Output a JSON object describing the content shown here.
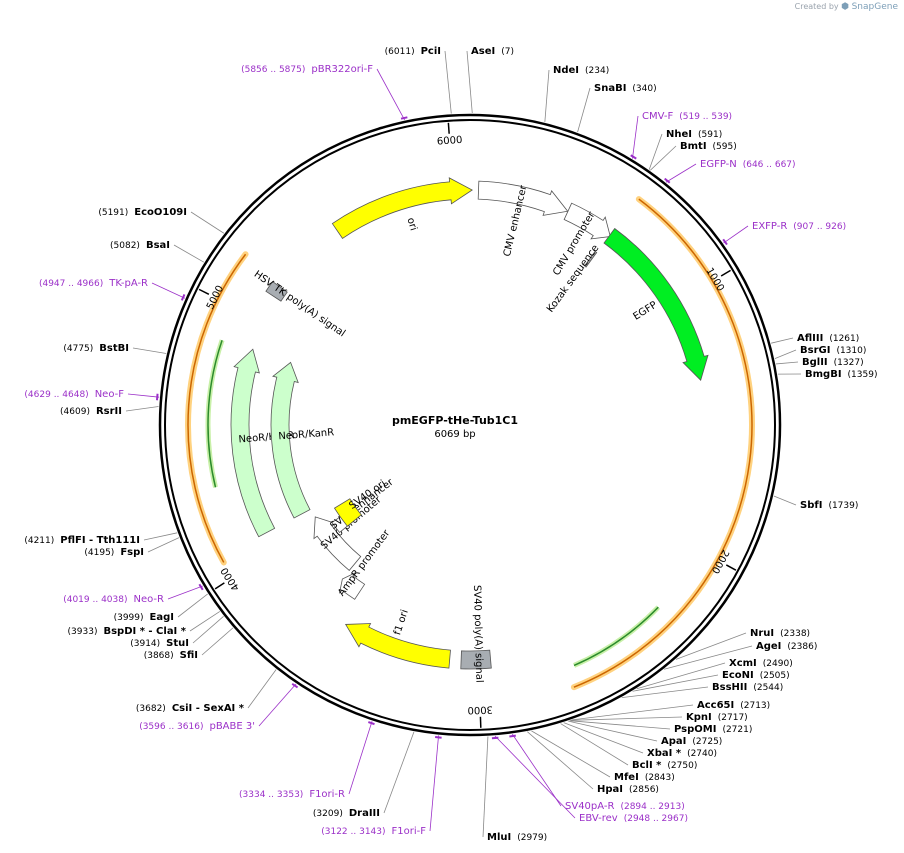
{
  "credit": {
    "prefix": "Created by",
    "brand": "SnapGene"
  },
  "plasmid": {
    "name": "pmEGFP-tHe-Tub1C1",
    "size": "6069 bp",
    "length": 6069
  },
  "ticks": [
    {
      "label": "1000",
      "pos": 1000
    },
    {
      "label": "2000",
      "pos": 2000
    },
    {
      "label": "3000",
      "pos": 3000
    },
    {
      "label": "4000",
      "pos": 4000
    },
    {
      "label": "5000",
      "pos": 5000
    },
    {
      "label": "6000",
      "pos": 6000
    }
  ],
  "features": [
    {
      "name": "CMV enhancer",
      "start": 35,
      "end": 414,
      "color": "#ffffff",
      "dir": 1
    },
    {
      "name": "CMV promoter",
      "start": 415,
      "end": 618,
      "color": "#ffffff",
      "dir": 1
    },
    {
      "name": "EGFP",
      "start": 613,
      "end": 1332,
      "color": "#00ee22",
      "dir": 1
    },
    {
      "name": "Kozak sequence",
      "start": 603,
      "end": 612,
      "color": "#aaaaaa",
      "dir": 0
    },
    {
      "name": "SV40 poly(A) signal",
      "start": 2950,
      "end": 3071,
      "color": "#a8adb2",
      "dir": 0
    },
    {
      "name": "f1 ori",
      "start": 3118,
      "end": 3573,
      "color": "#ffff00",
      "dir": 1
    },
    {
      "name": "AmpR promoter",
      "start": 3599,
      "end": 3703,
      "color": "#ffffff",
      "dir": 1
    },
    {
      "name": "SV40 promoter",
      "start": 3704,
      "end": 4034,
      "color": "#ffffff",
      "dir": 1
    },
    {
      "name": "SV40 enhancer",
      "start": 3886,
      "end": 3957,
      "color": "#ffffff",
      "dir": 0
    },
    {
      "name": "SV40 ori",
      "start": 3885,
      "end": 4020,
      "color": "#ffff00",
      "dir": 0
    },
    {
      "name": "NeoR/KanR",
      "start": 4082,
      "end": 4876,
      "color": "#ccffcc",
      "dir": 1
    },
    {
      "name": "NeoR/KanR",
      "start": 4082,
      "end": 4876,
      "color": "#ccffcc",
      "dir": 1
    },
    {
      "name": "HSV TK poly(A) signal",
      "start": 5112,
      "end": 5159,
      "color": "#a8adb2",
      "dir": 0
    },
    {
      "name": "ori",
      "start": 5490,
      "end": 6078,
      "color": "#ffff00",
      "dir": 1
    }
  ],
  "enzymes": [
    {
      "name": "AseI",
      "pos": "(7)",
      "side": "r"
    },
    {
      "name": "PciI",
      "pos": "(6011)",
      "side": "l"
    },
    {
      "name": "NdeI",
      "pos": "(234)",
      "side": "r"
    },
    {
      "name": "SnaBI",
      "pos": "(340)",
      "side": "r"
    },
    {
      "name": "NheI",
      "pos": "(591)",
      "side": "r"
    },
    {
      "name": "BmtI",
      "pos": "(595)",
      "side": "r"
    },
    {
      "name": "AflIII",
      "pos": "(1261)",
      "side": "r"
    },
    {
      "name": "BsrGI",
      "pos": "(1310)",
      "side": "r"
    },
    {
      "name": "BglII",
      "pos": "(1327)",
      "side": "r"
    },
    {
      "name": "BmgBI",
      "pos": "(1359)",
      "side": "r"
    },
    {
      "name": "SbfI",
      "pos": "(1739)",
      "side": "r"
    },
    {
      "name": "NruI",
      "pos": "(2338)",
      "side": "r"
    },
    {
      "name": "AgeI",
      "pos": "(2386)",
      "side": "r"
    },
    {
      "name": "XcmI",
      "pos": "(2490)",
      "side": "r"
    },
    {
      "name": "EcoNI",
      "pos": "(2505)",
      "side": "r"
    },
    {
      "name": "BssHII",
      "pos": "(2544)",
      "side": "r"
    },
    {
      "name": "Acc65I",
      "pos": "(2713)",
      "side": "r"
    },
    {
      "name": "KpnI",
      "pos": "(2717)",
      "side": "r"
    },
    {
      "name": "PspOMI",
      "pos": "(2721)",
      "side": "r"
    },
    {
      "name": "ApaI",
      "pos": "(2725)",
      "side": "r"
    },
    {
      "name": "XbaI *",
      "pos": "(2740)",
      "side": "r"
    },
    {
      "name": "BclI *",
      "pos": "(2750)",
      "side": "r"
    },
    {
      "name": "MfeI",
      "pos": "(2843)",
      "side": "r"
    },
    {
      "name": "HpaI",
      "pos": "(2856)",
      "side": "r"
    },
    {
      "name": "MluI",
      "pos": "(2979)",
      "side": "r"
    },
    {
      "name": "DraIII",
      "pos": "(3209)",
      "side": "l"
    },
    {
      "name": "CsiI  - SexAI *",
      "pos": "(3682)",
      "side": "l"
    },
    {
      "name": "SfiI",
      "pos": "(3868)",
      "side": "l"
    },
    {
      "name": "StuI",
      "pos": "(3914)",
      "side": "l"
    },
    {
      "name": "BspDI * - ClaI *",
      "pos": "(3933)",
      "side": "l"
    },
    {
      "name": "EagI",
      "pos": "(3999)",
      "side": "l"
    },
    {
      "name": "FspI",
      "pos": "(4195)",
      "side": "l"
    },
    {
      "name": "PflFI  - Tth111I",
      "pos": "(4211)",
      "side": "l"
    },
    {
      "name": "RsrII",
      "pos": "(4609)",
      "side": "l"
    },
    {
      "name": "BstBI",
      "pos": "(4775)",
      "side": "l"
    },
    {
      "name": "BsaI",
      "pos": "(5082)",
      "side": "l"
    },
    {
      "name": "EcoO109I",
      "pos": "(5191)",
      "side": "l"
    }
  ],
  "primers": [
    {
      "name": "pBR322ori-F",
      "range": "(5856 .. 5875)",
      "side": "l"
    },
    {
      "name": "CMV-F",
      "range": "(519 .. 539)",
      "side": "r"
    },
    {
      "name": "EGFP-N",
      "range": "(646 .. 667)",
      "side": "r"
    },
    {
      "name": "EXFP-R",
      "range": "(907 .. 926)",
      "side": "r"
    },
    {
      "name": "TK-pA-R",
      "range": "(4947 .. 4966)",
      "side": "l"
    },
    {
      "name": "Neo-F",
      "range": "(4629 .. 4648)",
      "side": "l"
    },
    {
      "name": "Neo-R",
      "range": "(4019 .. 4038)",
      "side": "l"
    },
    {
      "name": "pBABE 3'",
      "range": "(3596 .. 3616)",
      "side": "l"
    },
    {
      "name": "F1ori-R",
      "range": "(3334 .. 3353)",
      "side": "l"
    },
    {
      "name": "F1ori-F",
      "range": "(3122 .. 3143)",
      "side": "l"
    },
    {
      "name": "EBV-rev",
      "range": "(2948 .. 2967)",
      "side": "r"
    },
    {
      "name": "SV40pA-R",
      "range": "(2894 .. 2913)",
      "side": "r"
    }
  ],
  "colors": {
    "primer": "#9b30c8",
    "orf_border": "#ffd27f",
    "orf_arrow": "#cc6600",
    "green_arrow": "#2c8c2c"
  }
}
